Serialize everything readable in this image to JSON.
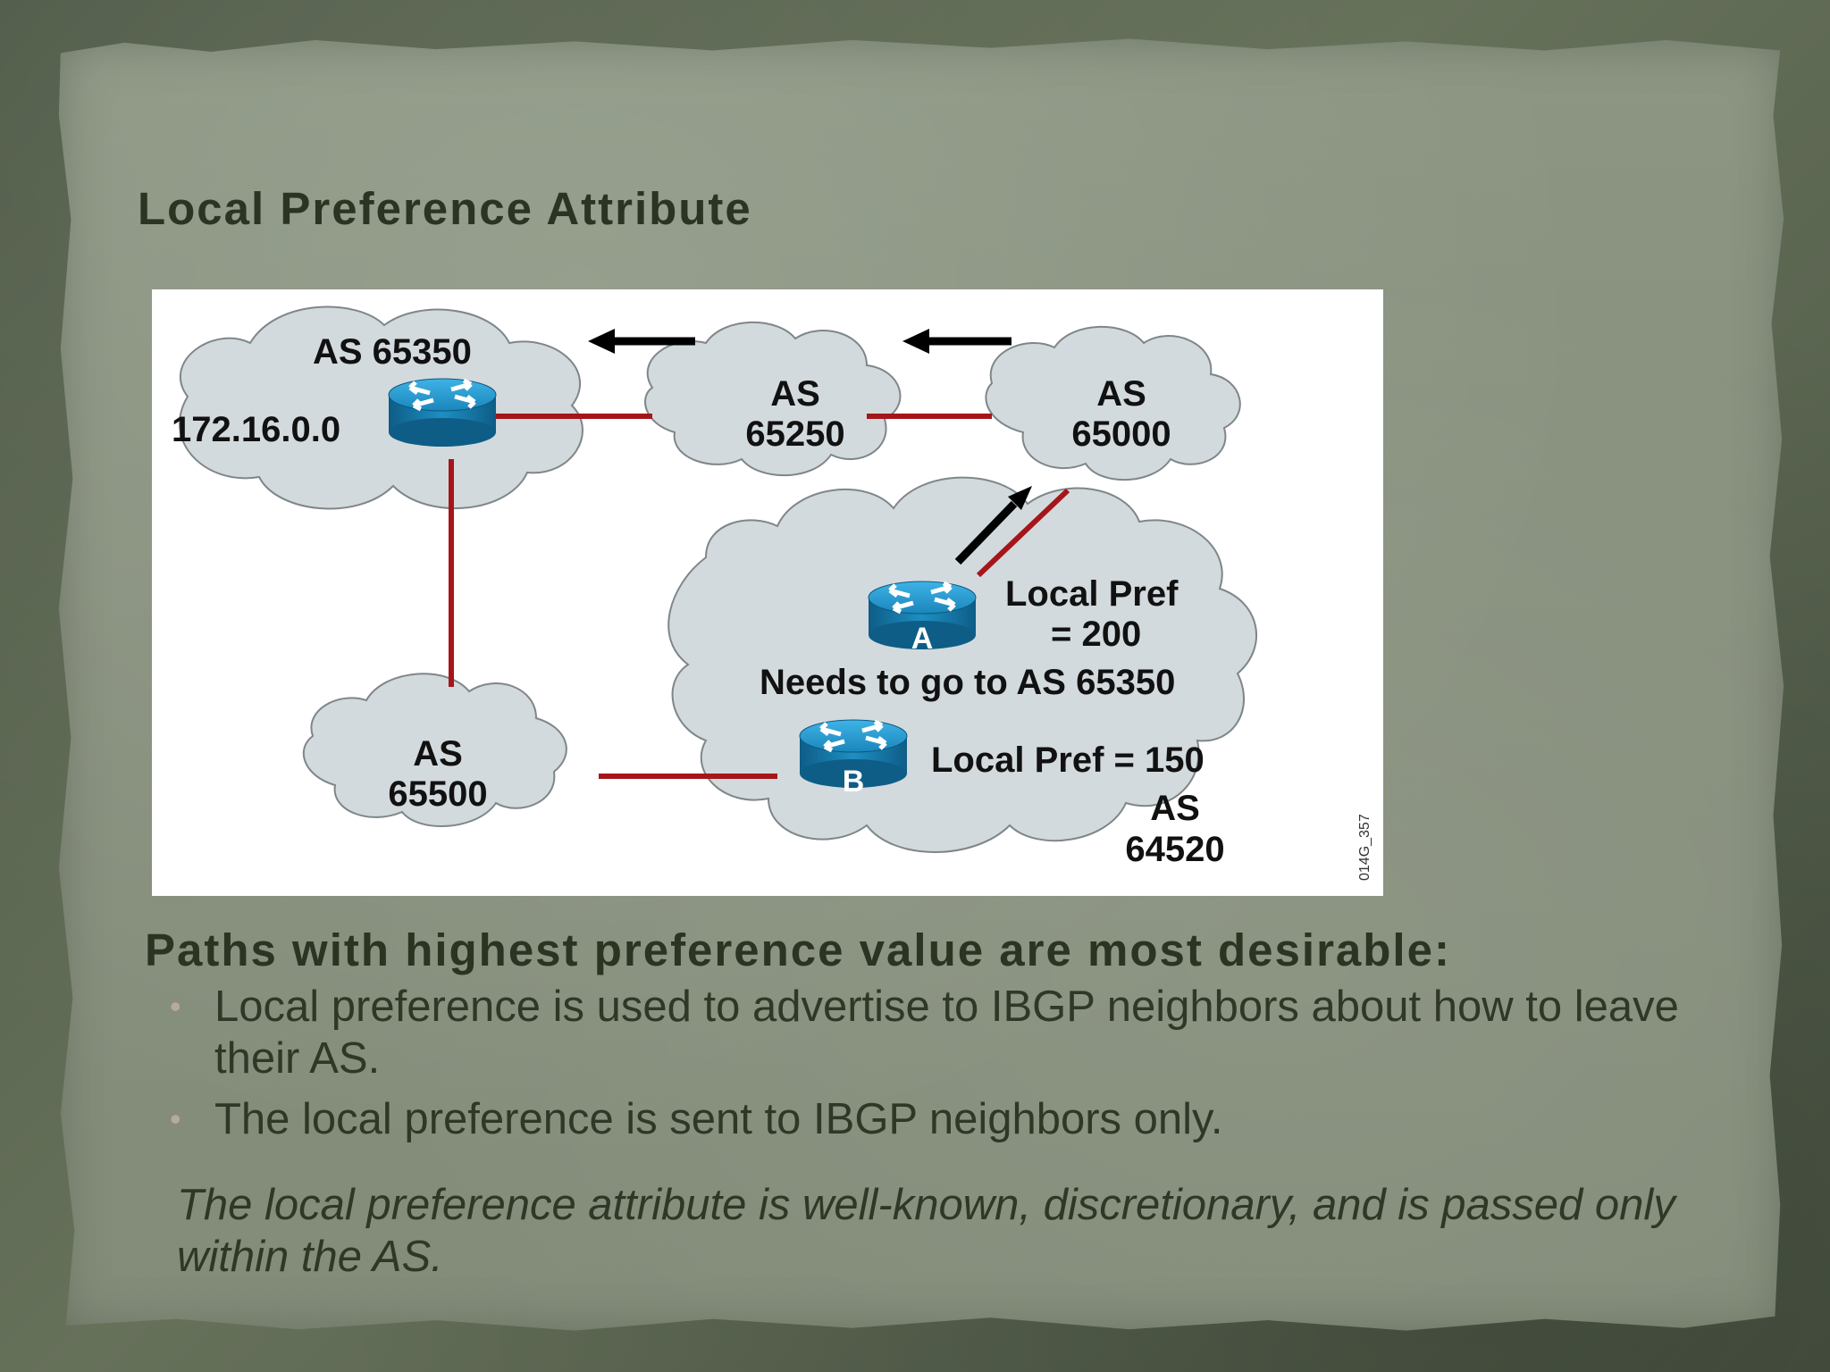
{
  "slide": {
    "title": "Local Preference Attribute",
    "lead": "Paths with highest preference value are most desirable:",
    "bullets": [
      "Local preference is used to advertise to IBGP neighbors about how to leave their AS.",
      "The local preference is sent to IBGP neighbors only."
    ],
    "note": "The local preference attribute is well-known, discretionary, and is passed only within the AS."
  },
  "diagram": {
    "as_65350_label": "AS 65350",
    "network_label": "172.16.0.0",
    "as_65250_line1": "AS",
    "as_65250_line2": "65250",
    "as_65000_line1": "AS",
    "as_65000_line2": "65000",
    "as_65500_line1": "AS",
    "as_65500_line2": "65500",
    "as_64520_line1": "AS",
    "as_64520_line2": "64520",
    "router_a_letter": "A",
    "router_b_letter": "B",
    "local_pref_a_line1": "Local Pref",
    "local_pref_a_line2": "= 200",
    "needs_text": "Needs to go to AS 65350",
    "local_pref_b": "Local Pref = 150",
    "figure_id": "014G_357"
  },
  "colors": {
    "paper": "#878f7d",
    "text": "#2b3322",
    "link_red": "#a5161a",
    "router_blue": "#1d8fc2",
    "cloud": "#d3dadd"
  }
}
